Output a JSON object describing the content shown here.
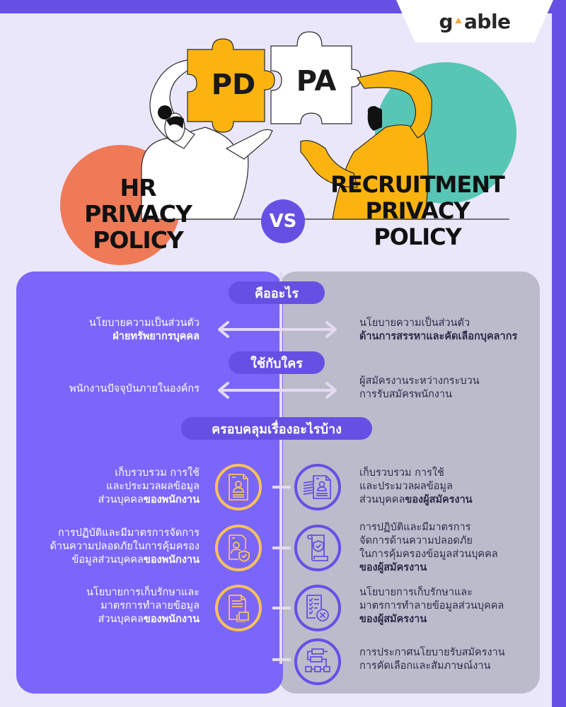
{
  "brand": {
    "logo_text_left": "g",
    "logo_text_right": "able",
    "logo_accent_color": "#f6a93b"
  },
  "colors": {
    "primary_purple": "#6650e4",
    "left_panel": "#7a66fb",
    "right_panel": "#bcbbcb",
    "background": "#ebe7fb",
    "orange_circle": "#ef7a58",
    "teal_circle": "#58c6b4",
    "puzzle_yellow": "#fbb40f",
    "ring_yellow": "#f7c15a"
  },
  "hero": {
    "puzzle_left": "PD",
    "puzzle_right": "PA",
    "left_title": [
      "HR",
      "PRIVACY",
      "POLICY"
    ],
    "right_title": [
      "RECRUITMENT",
      "PRIVACY",
      "POLICY"
    ],
    "vs": "VS"
  },
  "sections": {
    "what": {
      "label": "คืออะไร",
      "left": {
        "line1": "นโยบายความเป็นส่วนตัว",
        "line2_bold": "ฝ่ายทรัพยากรบุคคล"
      },
      "right": {
        "line1": "นโยบายความเป็นส่วนตัว",
        "line2_bold": "ด้านการสรรหาและคัดเลือกบุคลากร"
      }
    },
    "who": {
      "label": "ใช้กับใคร",
      "left": {
        "line1": "พนักงานปัจจุบันภายในองค์กร"
      },
      "right": {
        "line1": "ผู้สมัครงานระหว่างกระบวน",
        "line2": "การรับสมัครพนักงาน"
      }
    },
    "coverage": {
      "label": "ครอบคลุมเรื่องอะไรบ้าง",
      "left": [
        {
          "icon": "resume-document-icon",
          "lines": [
            "เก็บรวบรวม การใช้",
            "และประมวลผลข้อมูล"
          ],
          "last_plain": "ส่วนบุคคล",
          "last_bold": "ของพนักงาน"
        },
        {
          "icon": "document-shield-icon",
          "lines": [
            "การปฏิบัติและมีมาตรการจัดการ",
            "ด้านความปลอดภัยในการคุ้มครอง"
          ],
          "last_plain": "ข้อมูลส่วนบุคคล",
          "last_bold": "ของพนักงาน"
        },
        {
          "icon": "document-copy-icon",
          "lines": [
            "นโยบายการเก็บรักษาและ",
            "มาตรการทำลายข้อมูล"
          ],
          "last_plain": "ส่วนบุคคล",
          "last_bold": "ของพนักงาน"
        }
      ],
      "right": [
        {
          "icon": "resume-stack-icon",
          "lines": [
            "เก็บรวบรวม การใช้",
            "และประมวลผลข้อมูล"
          ],
          "last_plain": "ส่วนบุคคล",
          "last_bold": "ของผู้สมัครงาน"
        },
        {
          "icon": "scroll-shield-icon",
          "lines": [
            "การปฏิบัติและมีมาตรการ",
            "จัดการด้านความปลอดภัย",
            "ในการคุ้มครองข้อมูลส่วนบุคคล"
          ],
          "last_plain": "",
          "last_bold": "ของผู้สมัครงาน"
        },
        {
          "icon": "checklist-delete-icon",
          "lines": [
            "นโยบายการเก็บรักษาและ",
            "มาตรการทำลายข้อมูลส่วนบุคคล"
          ],
          "last_plain": "",
          "last_bold": "ของผู้สมัครงาน"
        },
        {
          "icon": "flowchart-icon",
          "lines": [
            "การประกาศนโยบายรับสมัครงาน",
            "การคัดเลือกและสัมภาษณ์งาน"
          ],
          "last_plain": "",
          "last_bold": ""
        }
      ]
    }
  }
}
